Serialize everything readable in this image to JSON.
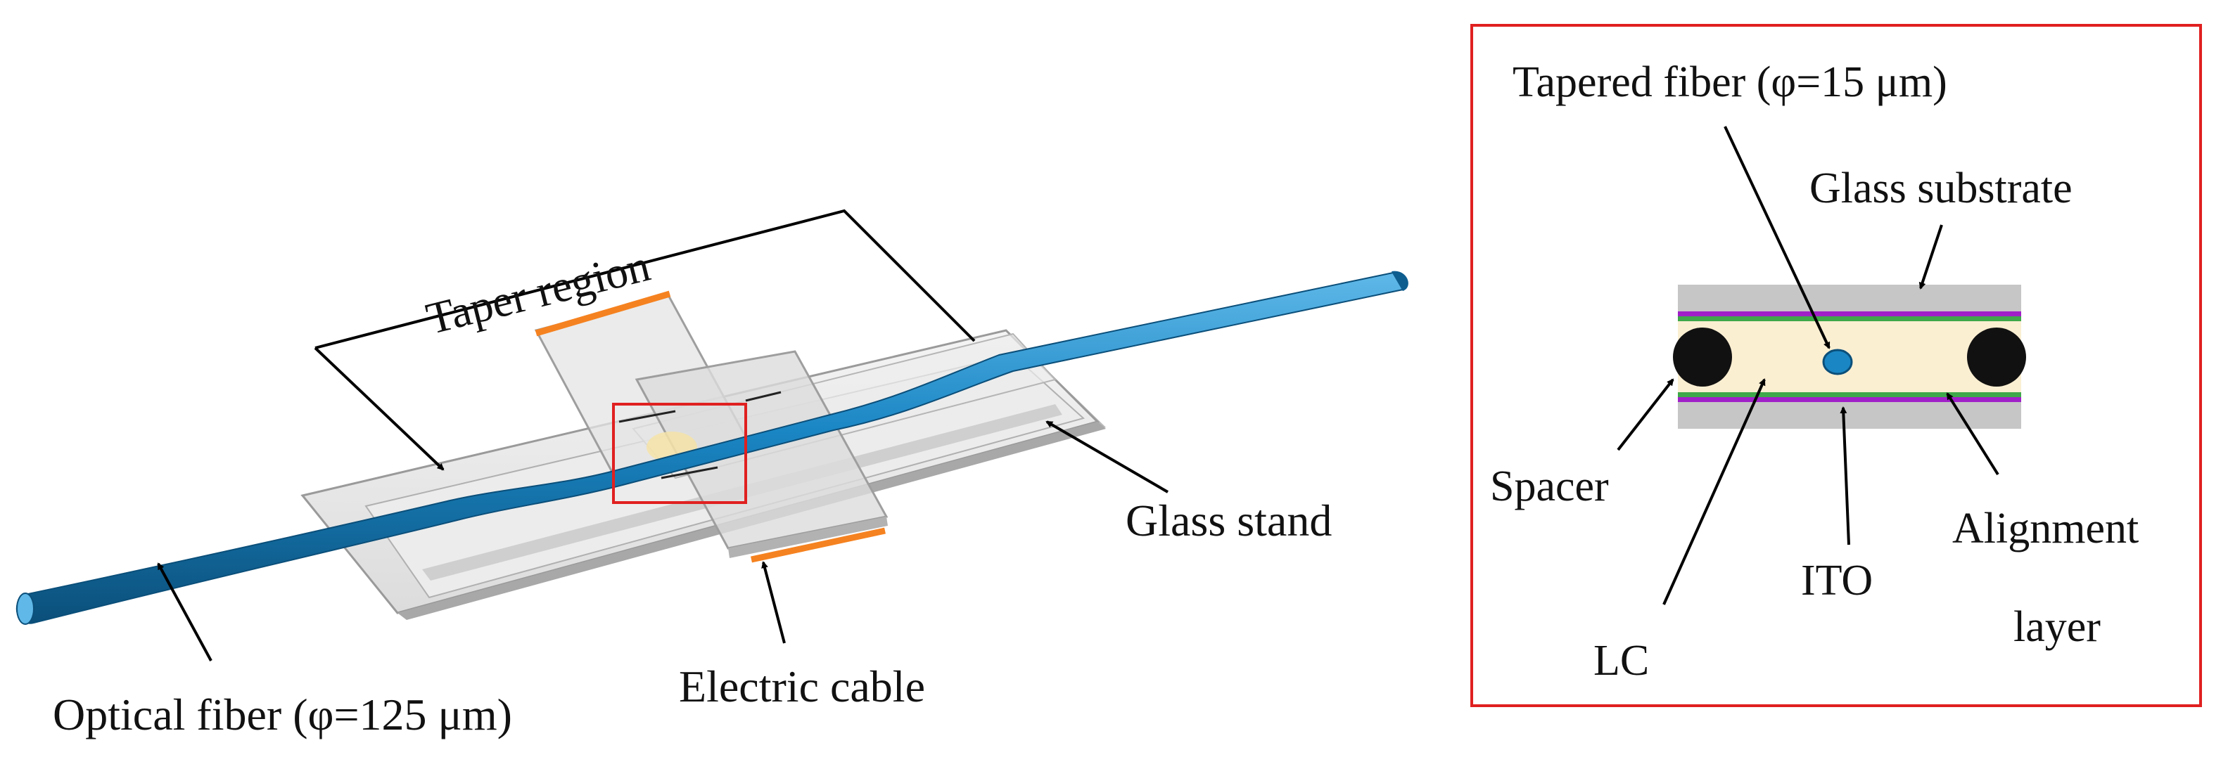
{
  "left_figure": {
    "labels": {
      "taper_region": "Taper region",
      "glass_stand": "Glass stand",
      "electric_cable": "Electric cable",
      "optical_fiber": "Optical fiber (φ=125 μm)"
    }
  },
  "inset": {
    "labels": {
      "tapered_fiber": "Tapered fiber (φ=15 μm)",
      "glass_substrate": "Glass substrate",
      "spacer": "Spacer",
      "alignment_layer_line1": "Alignment",
      "alignment_layer_line2": "layer",
      "ito": "ITO",
      "lc": "LC"
    }
  },
  "colors": {
    "fiber": "#1a86c4",
    "fiber_dark": "#0d5d8f",
    "electrode": "#f58220",
    "highlight_box": "#e02020",
    "ito_layer": "#a020c8",
    "alignment_layer": "#3fa84a",
    "lc": "#fbefd2",
    "glass": "#c6c6c6",
    "spacer": "#111111"
  }
}
